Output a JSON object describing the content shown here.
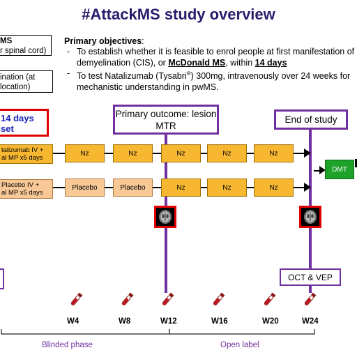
{
  "title": "#AttackMS study overview",
  "objectives": {
    "heading": "Primary objectives",
    "heading_suffix": ":",
    "item1_a": "To establish whether it is feasible to enrol people at first manifestation of demyelination (CIS), or ",
    "item1_link": "McDonald MS",
    "item1_b": ", within ",
    "item1_bold": "14 days",
    "item2_a": "To test Natalizumab (Tysabri",
    "item2_sup": "®",
    "item2_b": ") 300mg, intravenously over 24 weeks for mechanistic understanding in pwMS."
  },
  "left_boxes": {
    "box1_line1": "MS",
    "box1_line2": "r spinal cord)",
    "box2_line1": "ination (at",
    "box2_line2": " location)",
    "red_line1": " 14 days",
    "red_line2": "set"
  },
  "milestones": {
    "primary_outcome": "Primary outcome: lesion MTR",
    "end_of_study": "End of study",
    "oct_vep": "OCT & VEP"
  },
  "arms": {
    "active_label_line1": "talizumab IV +",
    "active_label_line2": "al MP x5 days",
    "placebo_label_line1": "Placebo IV +",
    "placebo_label_line2": "al MP x5 days",
    "active_cells": [
      "Nz",
      "Nz",
      "Nz",
      "Nz",
      "Nz"
    ],
    "placebo_cells": [
      "Placebo",
      "Placebo",
      "Nz",
      "Nz",
      "Nz"
    ],
    "dmt": "DMT"
  },
  "weeks": [
    "W4",
    "W8",
    "W12",
    "W16",
    "W20",
    "W24"
  ],
  "phases": {
    "blinded": "Blinded phase",
    "open": "Open label"
  },
  "colors": {
    "title": "#2b1a6b",
    "purple": "#7030a0",
    "red": "#e00000",
    "nz_orange": "#f7b731",
    "placebo_peach": "#f8c997",
    "dmt_green": "#1fa22a",
    "blood_red": "#c0141e"
  }
}
